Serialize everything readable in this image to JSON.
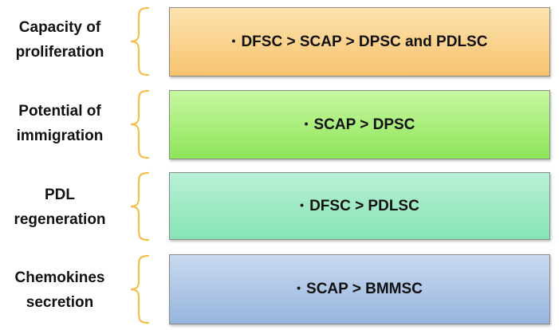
{
  "rows": [
    {
      "label_line1": "Capacity of",
      "label_line2": "proliferation",
      "bullet": "•",
      "text": "DFSC > SCAP > DPSC and PDLSC"
    },
    {
      "label_line1": "Potential of",
      "label_line2": "immigration",
      "bullet": "•",
      "text": "SCAP > DPSC"
    },
    {
      "label_line1": "PDL",
      "label_line2": "regeneration",
      "bullet": "•",
      "text": "DFSC > PDLSC"
    },
    {
      "label_line1": "Chemokines",
      "label_line2": "secretion",
      "bullet": "•",
      "text": "SCAP > BMMSC"
    }
  ],
  "colors": {
    "brace": "#f2c04f",
    "box1": "#f7c36e",
    "box2": "#8ee55a",
    "box3": "#86e4b5",
    "box4": "#97b5dd"
  }
}
